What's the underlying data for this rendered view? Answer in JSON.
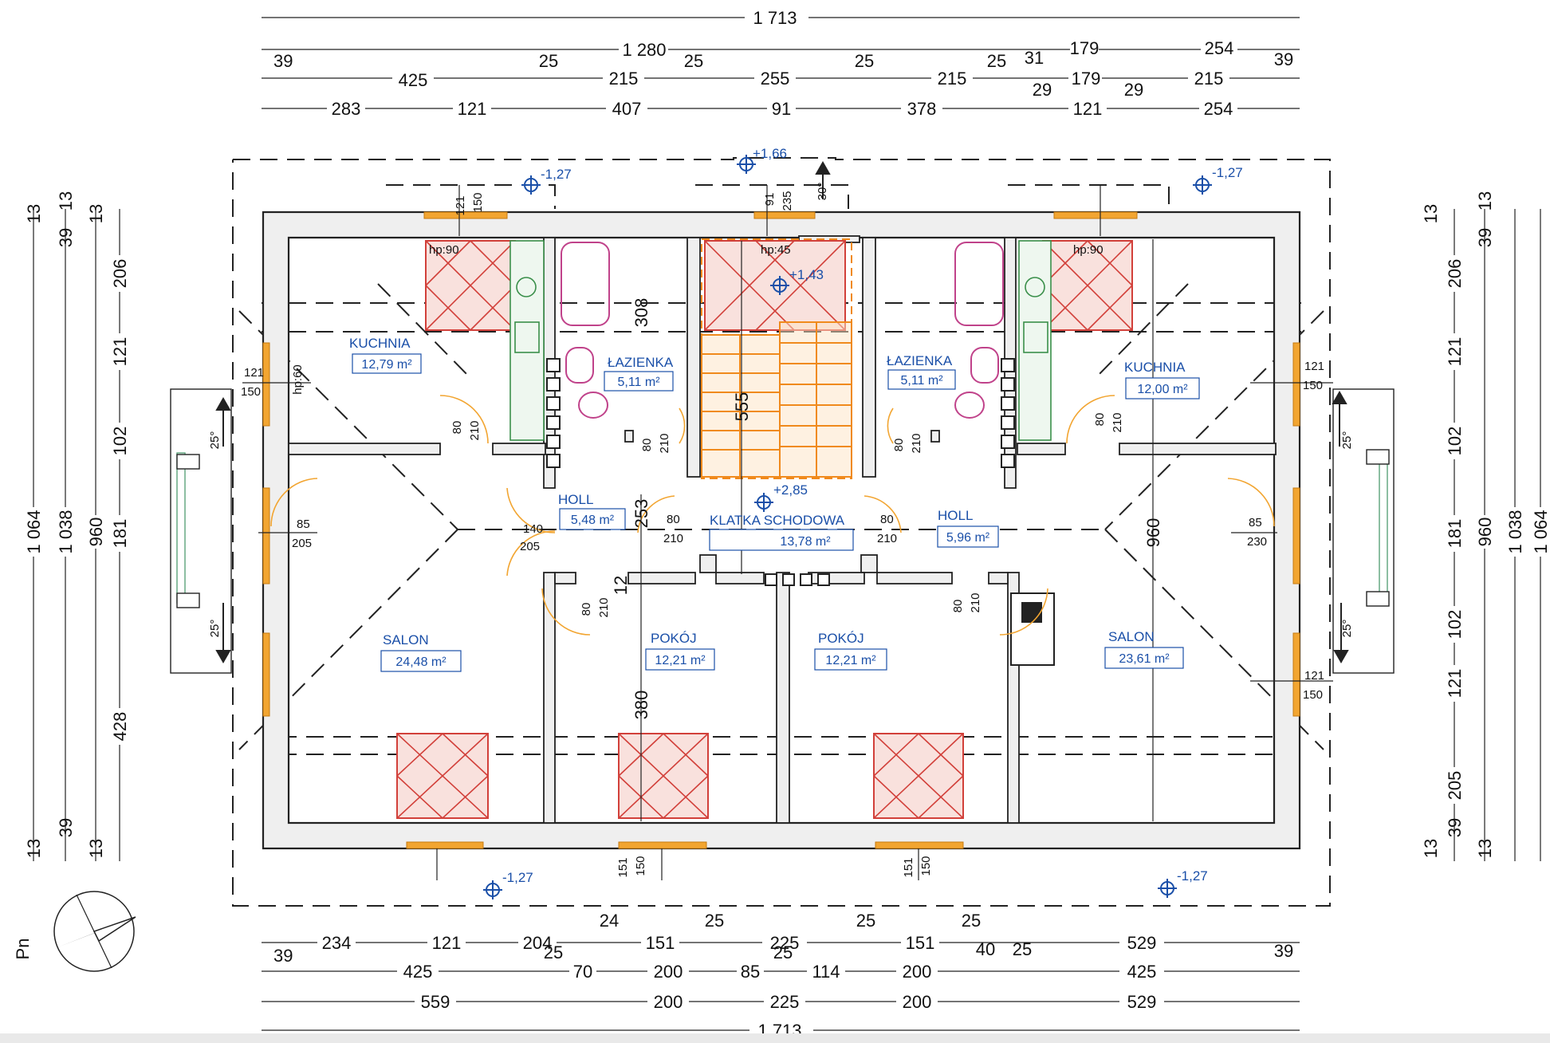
{
  "dims_top": {
    "overall": "1 713",
    "row1": [
      "39",
      "1 280",
      "25",
      "25",
      "25",
      "31",
      "179",
      "254",
      "39"
    ],
    "row2": [
      "425",
      "25",
      "215",
      "25",
      "255",
      "25",
      "215",
      "25",
      "179",
      "215",
      "29",
      "29"
    ],
    "row3": [
      "283",
      "121",
      "407",
      "91",
      "378",
      "121",
      "254"
    ]
  },
  "dims_bottom": {
    "row1": [
      "39",
      "234",
      "121",
      "204",
      "24",
      "151",
      "25",
      "225",
      "25",
      "151",
      "25",
      "529",
      "39"
    ],
    "row2": [
      "425",
      "25",
      "70",
      "200",
      "85",
      "25",
      "114",
      "200",
      "40",
      "25",
      "425"
    ],
    "row3": [
      "559",
      "200",
      "225",
      "200",
      "529"
    ],
    "overall": "1 713"
  },
  "dims_left": [
    "1 064",
    "1 038",
    "960",
    "13",
    "39",
    "13",
    "13",
    "206",
    "121",
    "102",
    "181",
    "428",
    "13",
    "39",
    "13"
  ],
  "dims_right": [
    "13",
    "39",
    "13",
    "206",
    "121",
    "102",
    "181",
    "960",
    "1 038",
    "1 064",
    "102",
    "121",
    "205",
    "13",
    "39",
    "13"
  ],
  "rooms": [
    {
      "name": "KUCHNIA",
      "area": "12,79 m²"
    },
    {
      "name": "ŁAZIENKA",
      "area": "5,11  m²"
    },
    {
      "name": "ŁAZIENKA",
      "area": "5,11  m²"
    },
    {
      "name": "KUCHNIA",
      "area": "12,00 m²"
    },
    {
      "name": "HOLL",
      "area": "5,48 m²"
    },
    {
      "name": "KLATKA SCHODOWA",
      "area": "13,78 m²"
    },
    {
      "name": "HOLL",
      "area": "5,96 m²"
    },
    {
      "name": "SALON",
      "area": "24,48 m²"
    },
    {
      "name": "POKÓJ",
      "area": "12,21 m²"
    },
    {
      "name": "POKÓJ",
      "area": "12,21 m²"
    },
    {
      "name": "SALON",
      "area": "23,61 m²"
    }
  ],
  "elevations": [
    "+1,66",
    "-1,27",
    "-1,27",
    "+1,43",
    "+2,85",
    "-1,27",
    "-1,27"
  ],
  "interior_dims": [
    "308",
    "555",
    "253",
    "380",
    "960",
    "30°",
    "25°",
    "25°",
    "25°",
    "25°"
  ],
  "window_labels": [
    "121",
    "150",
    "91",
    "235",
    "hp:90",
    "hp:45",
    "hp:60",
    "hp:90",
    "121",
    "150",
    "85",
    "205",
    "85",
    "230",
    "140",
    "205",
    "80",
    "210",
    "80",
    "210",
    "80",
    "210",
    "80",
    "210",
    "80",
    "210",
    "80",
    "210",
    "80",
    "210",
    "80",
    "210",
    "121",
    "150",
    "121",
    "150",
    "151",
    "150",
    "151",
    "150",
    "12"
  ],
  "compass": {
    "label": "Pn"
  },
  "colors": {
    "wall": "#2a2a2a",
    "opening": "#f2a531",
    "stair": "#f08a1c",
    "skylight": "#d2403a",
    "fixture": "#c0428a",
    "kitchen": "#3a8f4a",
    "text_blue": "#1a4fa8"
  }
}
